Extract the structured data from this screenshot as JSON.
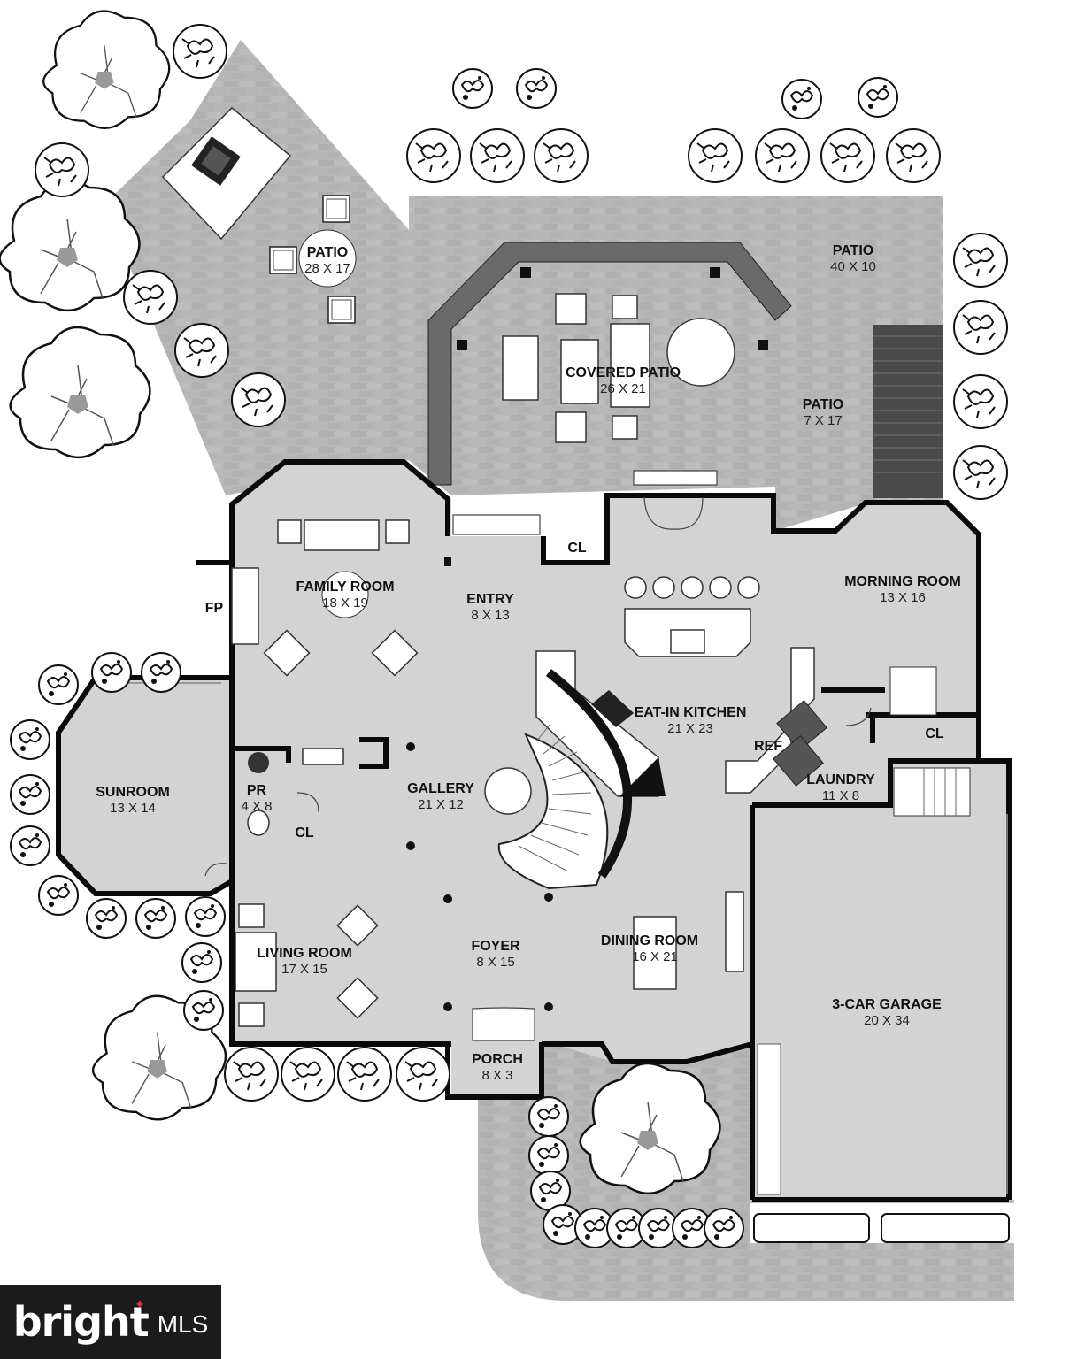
{
  "rooms": {
    "patio_nw": {
      "name": "PATIO",
      "size": "28 X 17"
    },
    "patio_ne": {
      "name": "PATIO",
      "size": "40 X 10"
    },
    "covered_patio": {
      "name": "COVERED PATIO",
      "size": "26 X 21"
    },
    "patio_e": {
      "name": "PATIO",
      "size": "7 X 17"
    },
    "family_room": {
      "name": "FAMILY ROOM",
      "size": "18 X 19"
    },
    "entry": {
      "name": "ENTRY",
      "size": "8 X 13"
    },
    "morning_room": {
      "name": "MORNING ROOM",
      "size": "13 X 16"
    },
    "eat_in_kitchen": {
      "name": "EAT-IN KITCHEN",
      "size": "21 X 23"
    },
    "sunroom": {
      "name": "SUNROOM",
      "size": "13 X 14"
    },
    "powder_room": {
      "name": "PR",
      "size": "4 X 8"
    },
    "gallery": {
      "name": "GALLERY",
      "size": "21 X 12"
    },
    "laundry": {
      "name": "LAUNDRY",
      "size": "11 X 8"
    },
    "living_room": {
      "name": "LIVING ROOM",
      "size": "17 X 15"
    },
    "foyer": {
      "name": "FOYER",
      "size": "8 X 15"
    },
    "dining_room": {
      "name": "DINING ROOM",
      "size": "16 X 21"
    },
    "garage": {
      "name": "3-CAR GARAGE",
      "size": "20 X 34"
    },
    "porch": {
      "name": "PORCH",
      "size": "8 X 3"
    }
  },
  "labels": {
    "closet_entry": "CL",
    "closet_pr": "CL",
    "closet_laundry": "CL",
    "fireplace": "FP",
    "refrigerator": "REF"
  },
  "watermark": {
    "brand": "bright",
    "suffix": "MLS"
  }
}
